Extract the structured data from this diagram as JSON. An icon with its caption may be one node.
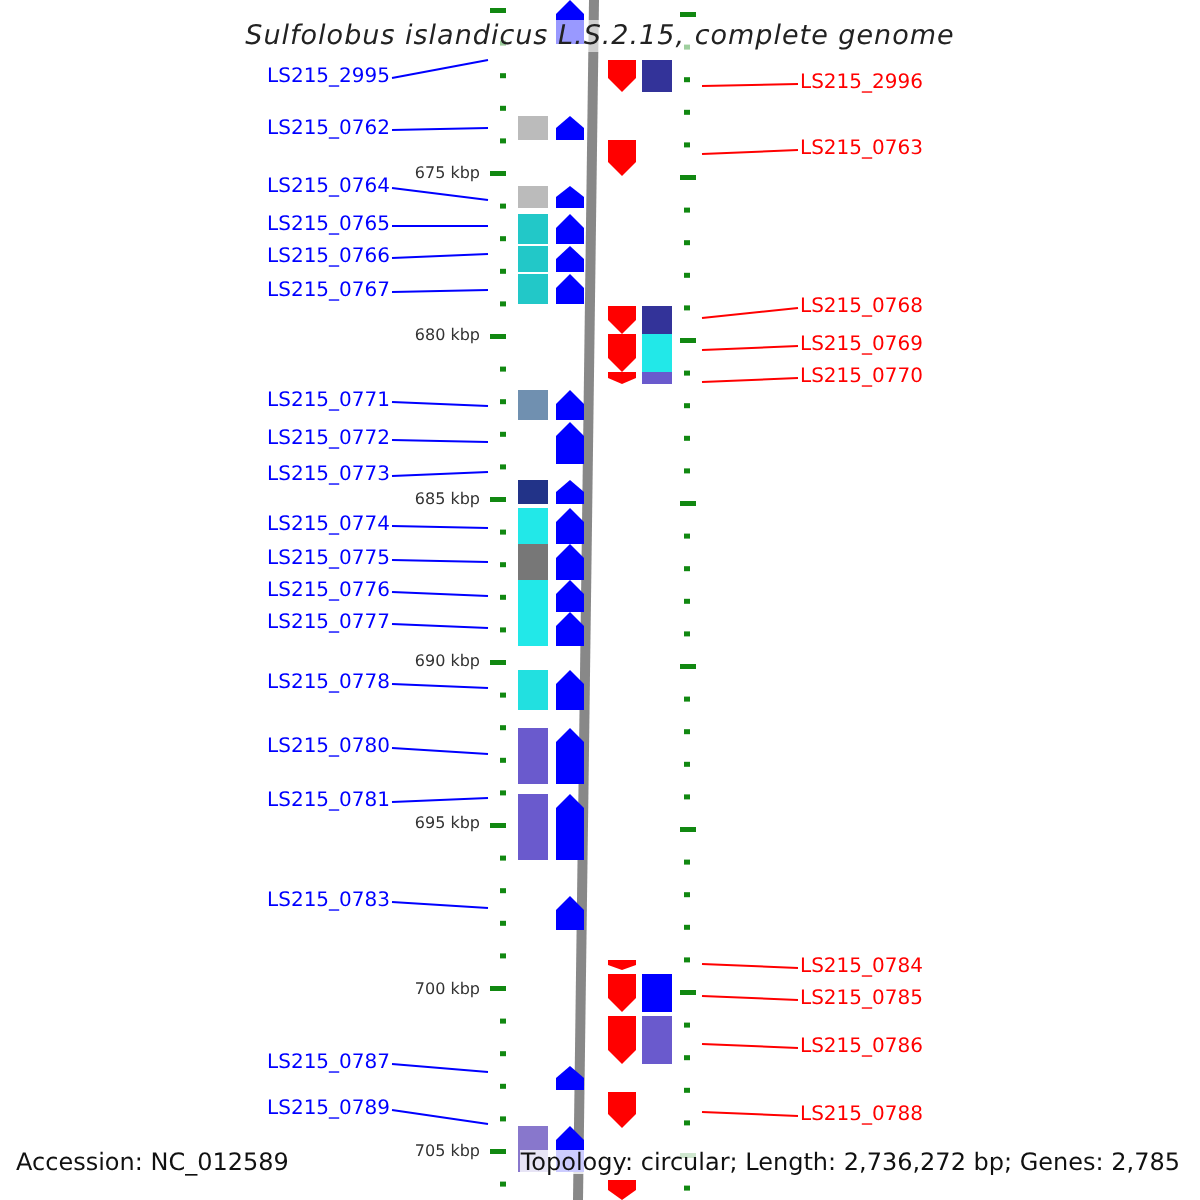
{
  "diagram": {
    "title": "Sulfolobus islandicus L.S.2.15, complete genome",
    "nodes": [
      {
        "text": [
          "LS215_2995"
        ]
      },
      {
        "text": [
          "LS215_2996"
        ]
      },
      {
        "text": [
          "LS215_0762"
        ]
      },
      {
        "text": [
          "LS215_0763"
        ]
      },
      {
        "text": [
          "LS215_0764"
        ]
      },
      {
        "text": [
          "LS215_0765"
        ]
      },
      {
        "text": [
          "LS215_0766"
        ]
      },
      {
        "text": [
          "LS215_0767"
        ]
      },
      {
        "text": [
          "LS215_0768"
        ]
      },
      {
        "text": [
          "LS215_0769"
        ]
      },
      {
        "text": [
          "LS215_0770"
        ]
      },
      {
        "text": [
          "LS215_0771"
        ]
      },
      {
        "text": [
          "LS215_0772"
        ]
      },
      {
        "text": [
          "LS215_0773"
        ]
      },
      {
        "text": [
          "LS215_0774"
        ]
      },
      {
        "text": [
          "LS215_0775"
        ]
      },
      {
        "text": [
          "LS215_0776"
        ]
      },
      {
        "text": [
          "LS215_0777"
        ]
      },
      {
        "text": [
          "LS215_0778"
        ]
      },
      {
        "text": [
          "LS215_0780"
        ]
      },
      {
        "text": [
          "LS215_0781"
        ]
      },
      {
        "text": [
          "LS215_0783"
        ]
      },
      {
        "text": [
          "LS215_0784"
        ]
      },
      {
        "text": [
          "LS215_0785"
        ]
      },
      {
        "text": [
          "LS215_0786"
        ]
      },
      {
        "text": [
          "LS215_0787"
        ]
      },
      {
        "text": [
          "LS215_0789"
        ]
      },
      {
        "text": [
          "LS215_0788"
        ]
      }
    ],
    "edges": [
      {
        "from": 0,
        "to": null,
        "arrow": "none"
      },
      {
        "from": 1,
        "to": null,
        "arrow": "none",
        "color": "#ff0000"
      },
      {
        "from": 2,
        "to": null,
        "arrow": "none"
      },
      {
        "from": 3,
        "to": null,
        "arrow": "none",
        "color": "#ff0000"
      },
      {
        "from": 4,
        "to": null,
        "arrow": "none"
      },
      {
        "from": 5,
        "to": null,
        "arrow": "none"
      },
      {
        "from": 6,
        "to": null,
        "arrow": "none"
      },
      {
        "from": 7,
        "to": null,
        "arrow": "none"
      },
      {
        "from": 8,
        "to": null,
        "arrow": "none",
        "color": "#ff0000"
      },
      {
        "from": 9,
        "to": null,
        "arrow": "none",
        "color": "#ff0000"
      },
      {
        "from": 10,
        "to": null,
        "arrow": "none",
        "color": "#ff0000"
      },
      {
        "from": 11,
        "to": null,
        "arrow": "none"
      },
      {
        "from": 12,
        "to": null,
        "arrow": "none"
      },
      {
        "from": 13,
        "to": null,
        "arrow": "none"
      },
      {
        "from": 14,
        "to": null,
        "arrow": "none"
      },
      {
        "from": 15,
        "to": null,
        "arrow": "none"
      },
      {
        "from": 16,
        "to": null,
        "arrow": "none"
      },
      {
        "from": 17,
        "to": null,
        "arrow": "none"
      },
      {
        "from": 18,
        "to": null,
        "arrow": "none"
      },
      {
        "from": 19,
        "to": null,
        "arrow": "none"
      },
      {
        "from": 20,
        "to": null,
        "arrow": "none"
      },
      {
        "from": 21,
        "to": null,
        "arrow": "none"
      },
      {
        "from": 22,
        "to": null,
        "arrow": "none",
        "color": "#ff0000"
      },
      {
        "from": 23,
        "to": null,
        "arrow": "none",
        "color": "#ff0000"
      },
      {
        "from": 24,
        "to": null,
        "arrow": "none",
        "color": "#ff0000"
      },
      {
        "from": 25,
        "to": null,
        "arrow": "none"
      },
      {
        "from": 26,
        "to": null,
        "arrow": "none"
      },
      {
        "from": 27,
        "to": null,
        "arrow": "none",
        "color": "#ff0000"
      }
    ],
    "labels": [
      "675 kbp",
      "680 kbp",
      "685 kbp",
      "690 kbp",
      "695 kbp",
      "700 kbp",
      "705 kbp",
      "Accession: NC_012589",
      "Topology: circular; Length: 2,736,272 bp; Genes: 2,785"
    ]
  }
}
